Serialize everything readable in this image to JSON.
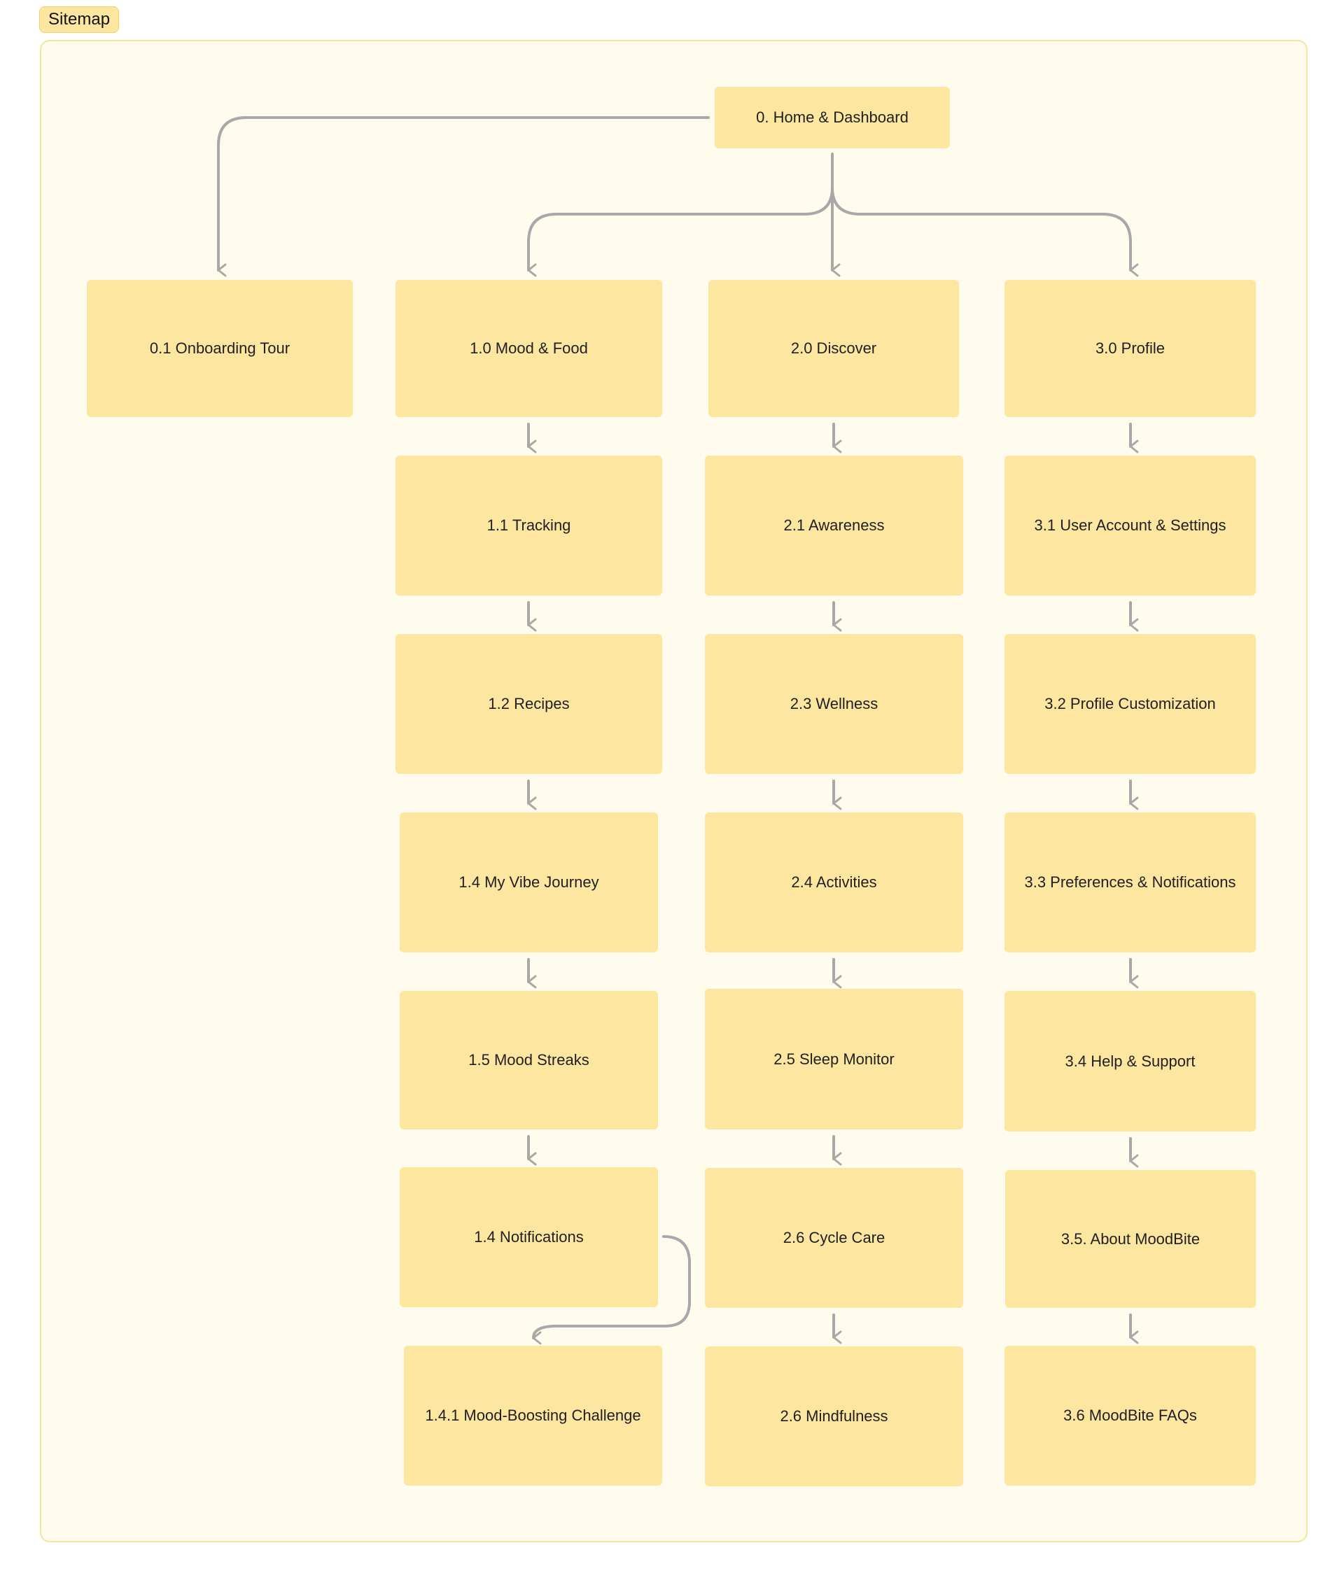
{
  "label": "Sitemap",
  "colors": {
    "node": "#fde6a0",
    "frame_bg": "#fffcee",
    "frame_border": "#f6e49a",
    "connector": "#a8a8a8"
  },
  "nodes": {
    "root": "0. Home & Dashboard",
    "onboarding": "0.1 Onboarding Tour",
    "mood_food": "1.0 Mood & Food",
    "tracking": "1.1 Tracking",
    "recipes": "1.2 Recipes",
    "vibe_journey": "1.4 My Vibe Journey",
    "mood_streaks": "1.5 Mood Streaks",
    "notifications": "1.4 Notifications",
    "challenge": "1.4.1 Mood-Boosting Challenge",
    "discover": "2.0 Discover",
    "awareness": "2.1 Awareness",
    "wellness": "2.3 Wellness",
    "activities": "2.4 Activities",
    "sleep": "2.5 Sleep Monitor",
    "cycle": "2.6 Cycle Care",
    "mindfulness": "2.6 Mindfulness",
    "profile": "3.0 Profile",
    "account": "3.1 User Account & Settings",
    "customization": "3.2 Profile Customization",
    "preferences": "3.3 Preferences & Notifications",
    "help": "3.4 Help & Support",
    "about": "3.5. About MoodBite",
    "faqs": "3.6 MoodBite FAQs"
  }
}
